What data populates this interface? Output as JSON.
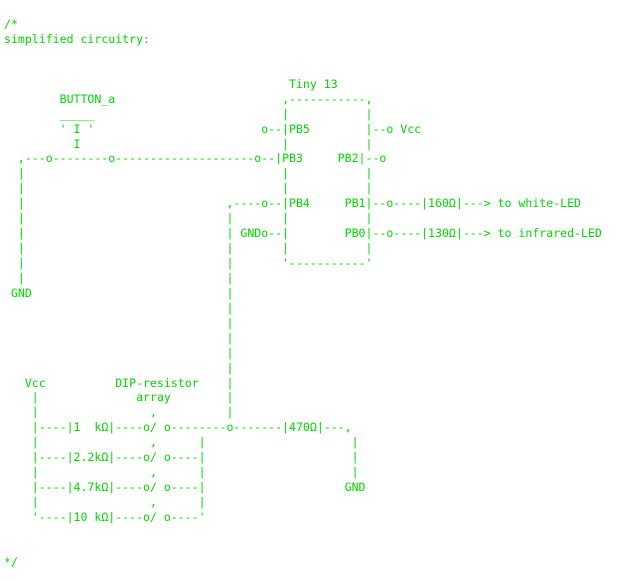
{
  "code": {
    "text_color": "#00d800",
    "background": "#ffffff",
    "lines": [
      "/*",
      "simplified circuitry:",
      "",
      "",
      "                                         Tiny 13",
      "        BUTTON_a                        ,-----------,",
      "        _____                           |           |",
      "        ' I '                        o--|PB5        |--o Vcc",
      "          I                             |           |",
      "  ,---o--------o--------------------o--|PB3     PB2|--o",
      "  |                                     |           |",
      "  |                                     |           |",
      "  |                             ,----o--|PB4     PB1|--o----|160Ω|---> to white-LED",
      "  |                             |       |           |",
      "  |                             | GNDo--|        PB0|--o----|130Ω|---> to infrared-LED",
      "  |                             |       |           |",
      "  |                             |       '-----------'",
      "  |                             |",
      " GND                            |",
      "                                |",
      "                                |",
      "                                |",
      "                                |",
      "                                |",
      "   Vcc          DIP-resistor    |",
      "    |              array        |",
      "    |                ,          |",
      "    |----|1  kΩ|----o/ o--------o-------|470Ω|---,",
      "    |                ,      |                     |",
      "    |----|2.2kΩ|----o/ o----|                     |",
      "    |                ,      |                     |",
      "    |----|4.7kΩ|----o/ o----|                    GND",
      "    |                ,      |",
      "    '----|10 kΩ|----o/ o----'",
      "",
      "",
      "*/"
    ]
  }
}
